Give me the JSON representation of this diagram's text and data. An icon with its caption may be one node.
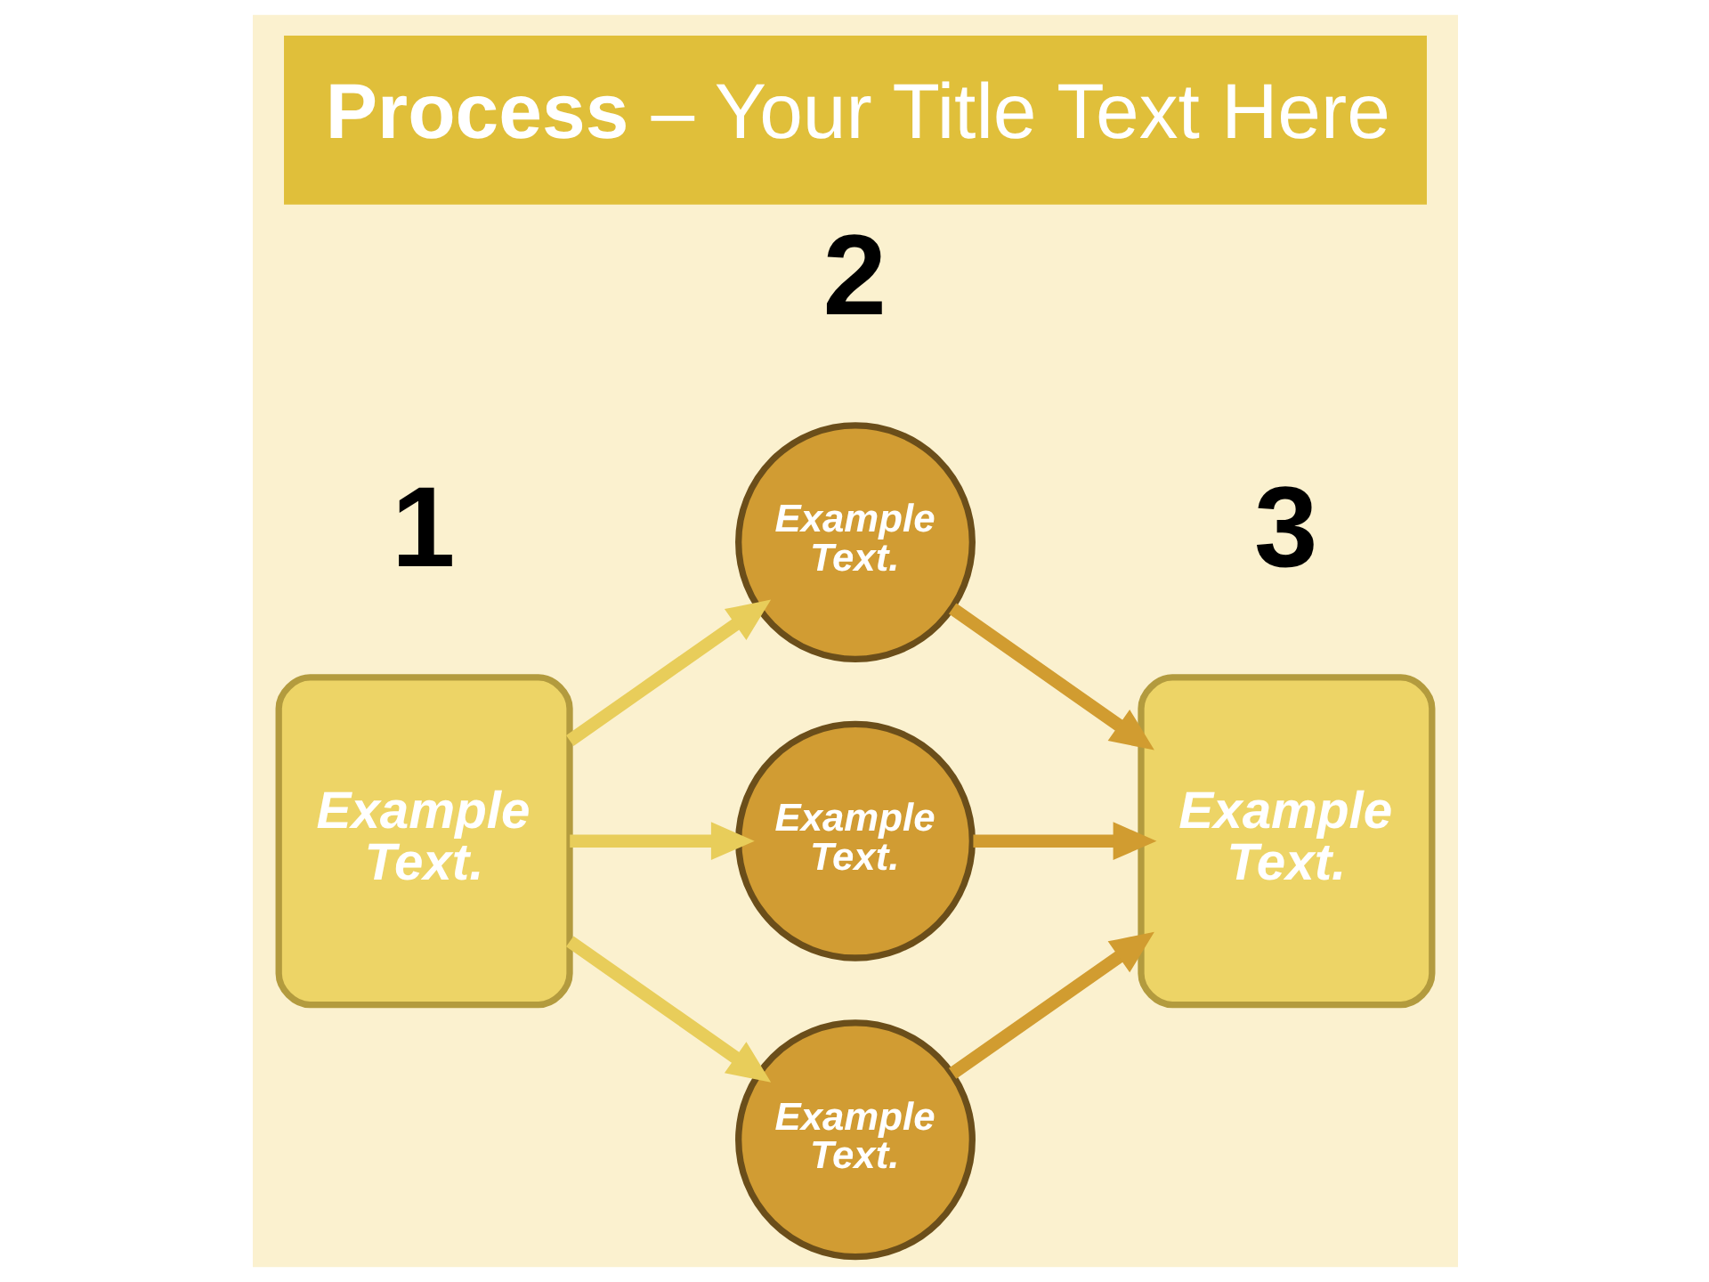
{
  "diagram": {
    "title": "**Process** – Your Title Text Here",
    "nodes": [
      {
        "text": [
          "Example Text."
        ],
        "beside": [
          "1"
        ]
      },
      {
        "text": [
          "Example Text."
        ],
        "beside": [
          "2"
        ]
      },
      {
        "text": [
          "Example Text."
        ]
      },
      {
        "text": [
          "Example Text."
        ]
      },
      {
        "text": [
          "Example Text."
        ],
        "beside": [
          "3"
        ]
      }
    ],
    "edges": [
      {
        "from": 0,
        "to": 1,
        "arrow": "to",
        "color": "#e8cd5a"
      },
      {
        "from": 0,
        "to": 2,
        "arrow": "to",
        "color": "#e8cd5a"
      },
      {
        "from": 0,
        "to": 3,
        "arrow": "to",
        "color": "#e8cd5a"
      },
      {
        "from": 1,
        "to": 4,
        "arrow": "to",
        "color": "#d19c30"
      },
      {
        "from": 2,
        "to": 4,
        "arrow": "to",
        "color": "#d19c30"
      },
      {
        "from": 3,
        "to": 4,
        "arrow": "to",
        "color": "#d19c30"
      }
    ]
  }
}
